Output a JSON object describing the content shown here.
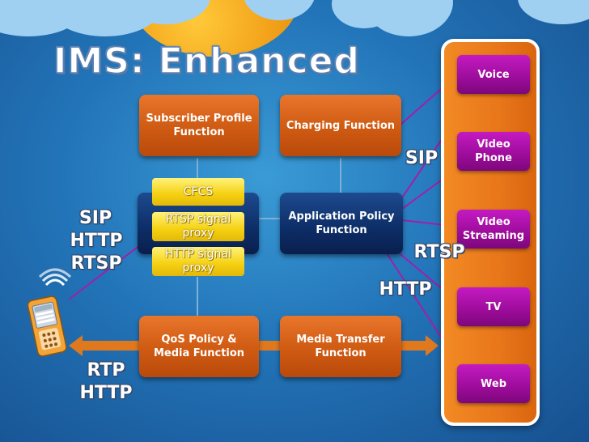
{
  "title": "IMS: Enhanced",
  "boxes": {
    "subscriber_profile": "Subscriber Profile Function",
    "charging": "Charging Function",
    "cfcs": "CFCS",
    "rtsp_proxy": "RTSP signal proxy",
    "http_proxy": "HTTP signal proxy",
    "app_policy": "Application Policy Function",
    "qos": "QoS Policy & Media Function",
    "media_transfer": "Media Transfer Function"
  },
  "services": [
    "Voice",
    "Video Phone",
    "Video Streaming",
    "TV",
    "Web"
  ],
  "protocols": {
    "left_sip": "SIP",
    "left_http": "HTTP",
    "left_rtsp": "RTSP",
    "sip": "SIP",
    "rtsp": "RTSP",
    "http": "HTTP",
    "bottom_rtp": "RTP",
    "bottom_http": "HTTP"
  },
  "colors": {
    "orange": "#cf5a12",
    "navy": "#0d2d66",
    "yellow": "#f5d010",
    "purple": "#9c0c9a",
    "line": "#a020a8",
    "background": "#2274b8"
  },
  "icons": [
    "mobile-phone-icon",
    "wireless-signal-icon"
  ]
}
